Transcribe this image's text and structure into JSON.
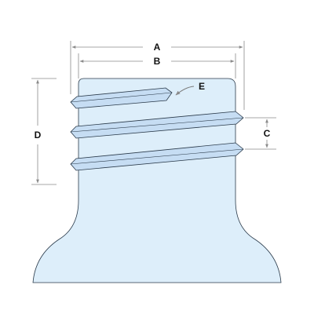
{
  "diagram": {
    "labels": {
      "a": "A",
      "b": "B",
      "c": "C",
      "d": "D",
      "e": "E"
    }
  },
  "colors": {
    "bottle_fill": "#ddeefa",
    "thread_fill": "#c6ddf3",
    "outline": "#2a3a4a",
    "dimension_line": "#8a8a8a",
    "arrow": "#7a7a7a",
    "label_text": "#111111"
  }
}
